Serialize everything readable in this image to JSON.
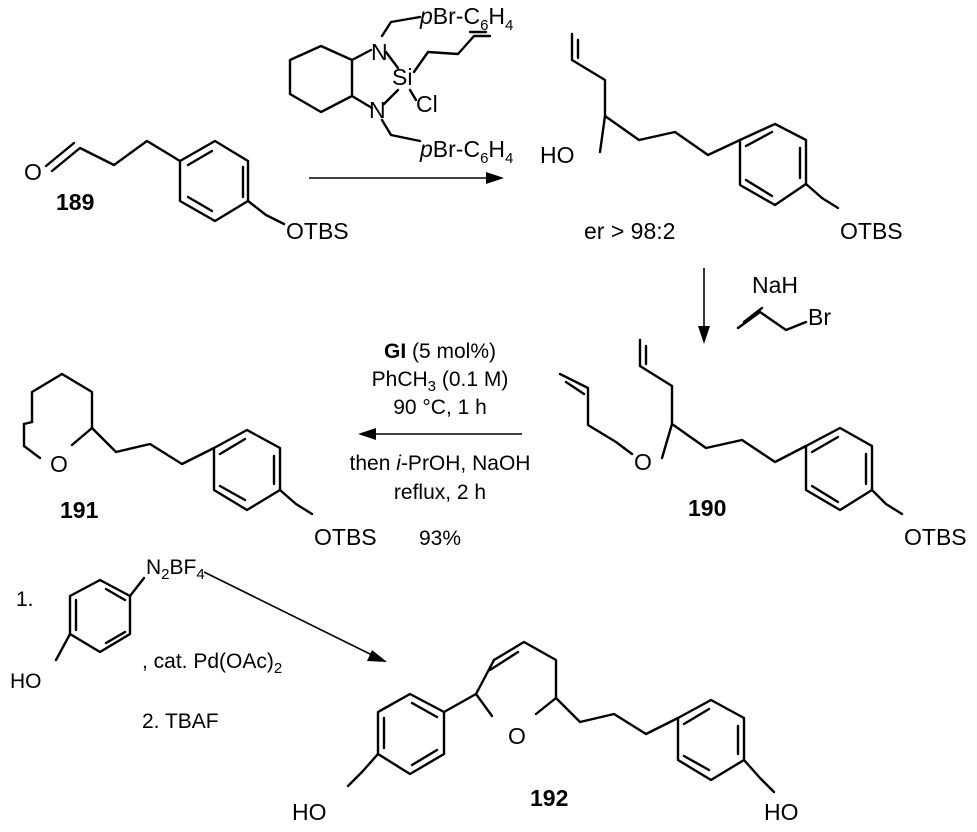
{
  "compounds": {
    "c189": "189",
    "c190": "190",
    "c191": "191",
    "c192": "192"
  },
  "atoms": {
    "O": "O",
    "HO": "HO",
    "OTBS": "OTBS",
    "N": "N",
    "Si": "Si",
    "Cl": "Cl",
    "Br": "Br",
    "H": "H",
    "p": "p",
    "BrC": "Br-C",
    "six": "6",
    "four": "4",
    "n2": "N",
    "two": "2",
    "bf": "BF"
  },
  "step1": {
    "er": "er > 98:2"
  },
  "step2": {
    "reagent": "NaH"
  },
  "step3": {
    "catalyst": "GI",
    "loading": " (5 mol%)",
    "solvent_pre": "PhCH",
    "solvent_sub": "3",
    "solvent_post": " (0.1 M)",
    "temp": "90 °C, 1 h",
    "then_pre": "then ",
    "then_it": "i",
    "then_post": "-PrOH, NaOH",
    "reflux": "reflux, 2 h",
    "yield": "93%"
  },
  "step4": {
    "num1": "1.",
    "cat_pre": ", cat. Pd(OAc)",
    "cat_sub": "2",
    "num2": "2. TBAF"
  }
}
